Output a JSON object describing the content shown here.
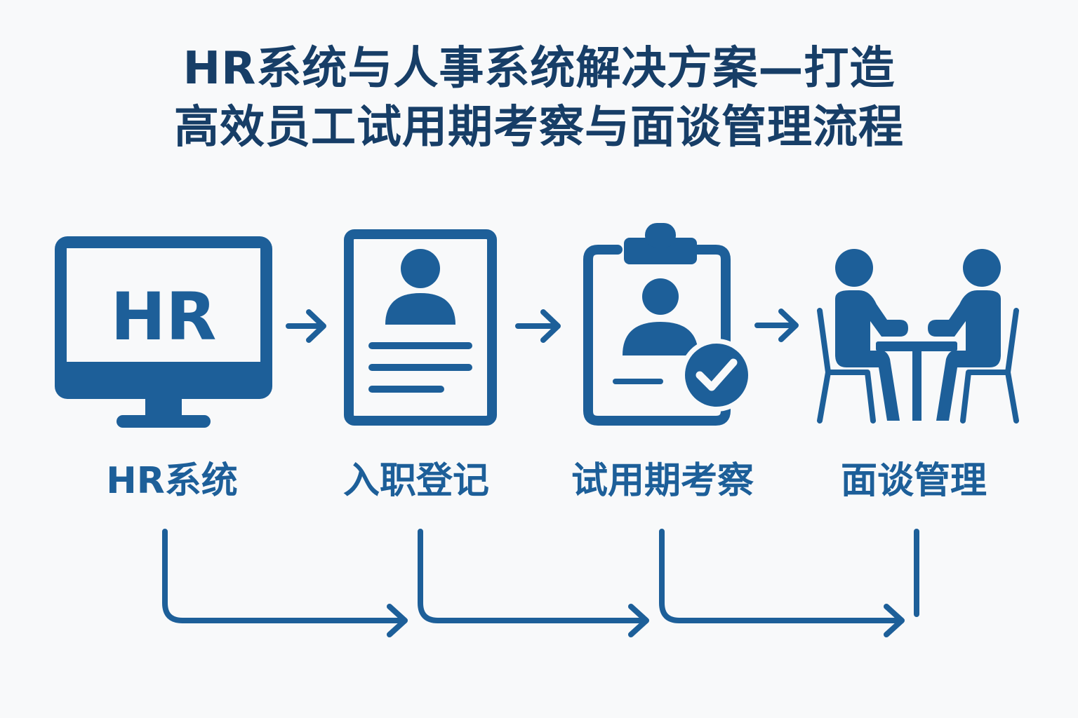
{
  "title": {
    "line1": "HR系统与人事系统解决方案—打造",
    "line2": "高效员工试用期考察与面谈管理流程"
  },
  "steps": [
    {
      "label": "HR系统",
      "icon": "monitor-icon",
      "icon_text": "HR"
    },
    {
      "label": "入职登记",
      "icon": "id-document-icon"
    },
    {
      "label": "试用期考察",
      "icon": "clipboard-check-icon"
    },
    {
      "label": "面谈管理",
      "icon": "meeting-icon"
    }
  ],
  "colors": {
    "primary": "#1d5f99",
    "title": "#173e67",
    "background": "#f8f9fa"
  }
}
